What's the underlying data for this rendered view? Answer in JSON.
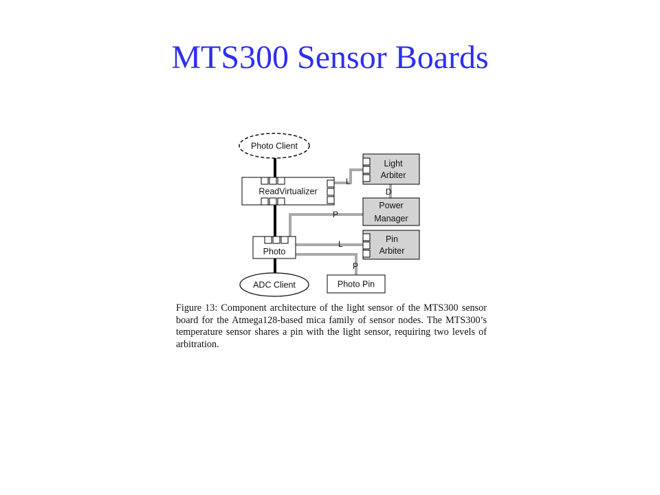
{
  "slide": {
    "title": "MTS300 Sensor Boards"
  },
  "diagram": {
    "nodes": {
      "photo_client": "Photo Client",
      "read_virtualizer": "ReadVirtualizer",
      "photo": "Photo",
      "adc_client": "ADC Client",
      "light_arbiter": [
        "Light",
        "Arbiter"
      ],
      "power_manager": [
        "Power",
        "Manager"
      ],
      "pin_arbiter": [
        "Pin",
        "Arbiter"
      ],
      "photo_pin": "Photo Pin"
    },
    "edge_labels": {
      "rv_to_light_arbiter": "L",
      "light_arbiter_to_power_manager": "D",
      "rv_to_power_manager": "P",
      "photo_to_pin_arbiter": "L",
      "photo_to_photo_pin": "P"
    }
  },
  "caption": {
    "text": "Figure 13: Component architecture of the light sensor of the MTS300 sensor board for the Atmega128-based mica family of sensor nodes. The MTS300’s temperature sensor shares a pin with the light sensor, requiring two levels of arbitration."
  }
}
